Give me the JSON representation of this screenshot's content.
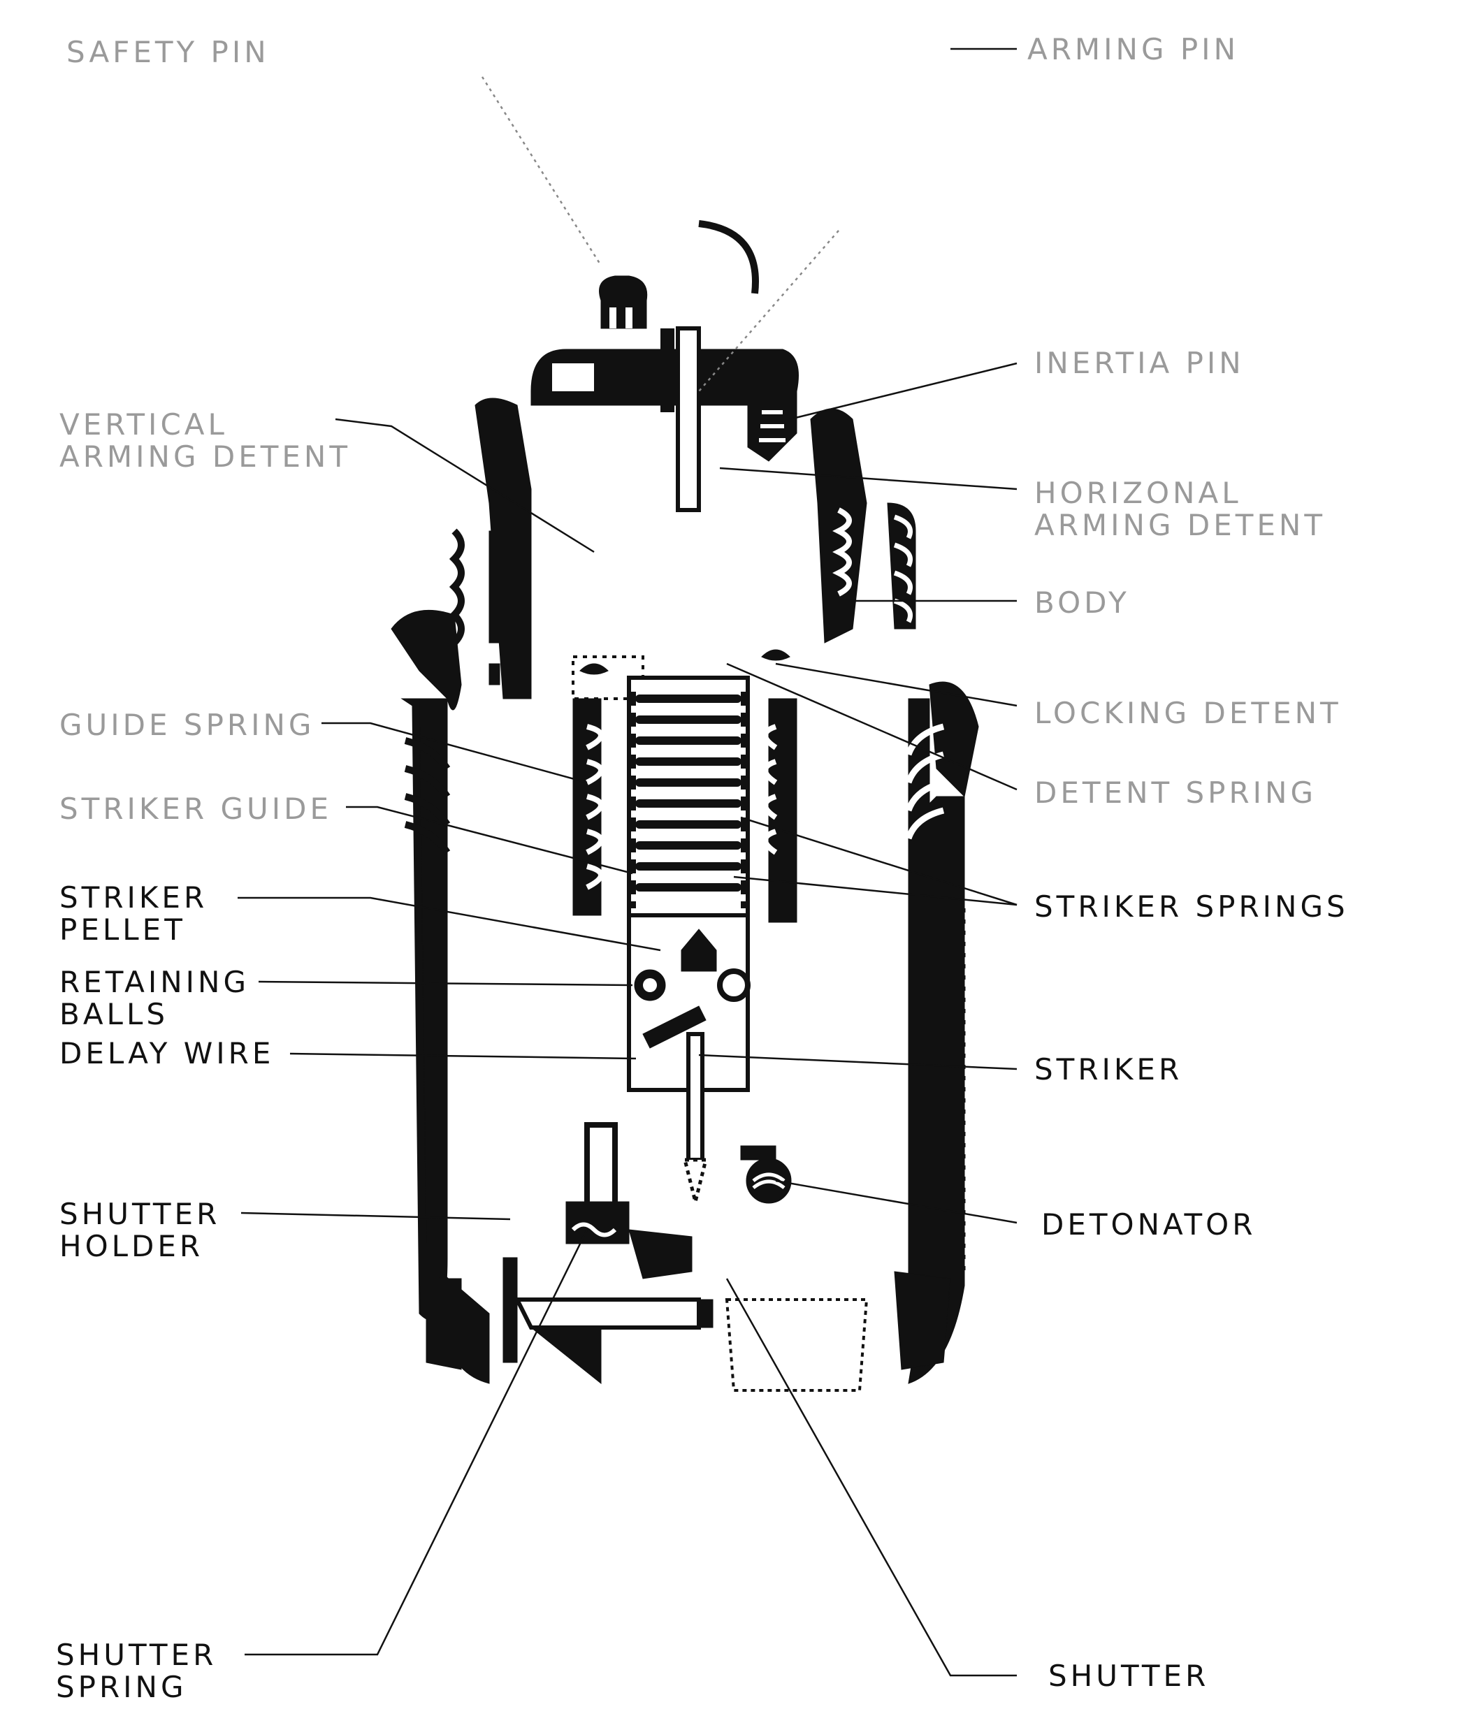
{
  "labels": {
    "safety_pin": "SAFETY PIN",
    "arming_pin": "ARMING PIN",
    "inertia_pin": "INERTIA PIN",
    "vertical_arming_detent": [
      "VERTICAL",
      "ARMING DETENT"
    ],
    "horizontal_arming_detent": [
      "HORIZONAL",
      "ARMING DETENT"
    ],
    "body": "BODY",
    "locking_detent": "LOCKING DETENT",
    "guide_spring": "GUIDE SPRING",
    "detent_spring": "DETENT SPRING",
    "striker_guide": "STRIKER GUIDE",
    "striker_pellet": [
      "STRIKER",
      "PELLET"
    ],
    "striker_springs": "STRIKER SPRINGS",
    "retaining_balls": [
      "RETAINING",
      "BALLS"
    ],
    "delay_wire": "DELAY WIRE",
    "striker": "STRIKER",
    "shutter_holder": [
      "SHUTTER",
      "HOLDER"
    ],
    "detonator": "DETONATOR",
    "shutter_spring": [
      "SHUTTER",
      "SPRING"
    ],
    "shutter": "SHUTTER"
  },
  "colors": {
    "ink": "#111111",
    "paper": "#ffffff",
    "faint": "#9a9a9a"
  }
}
